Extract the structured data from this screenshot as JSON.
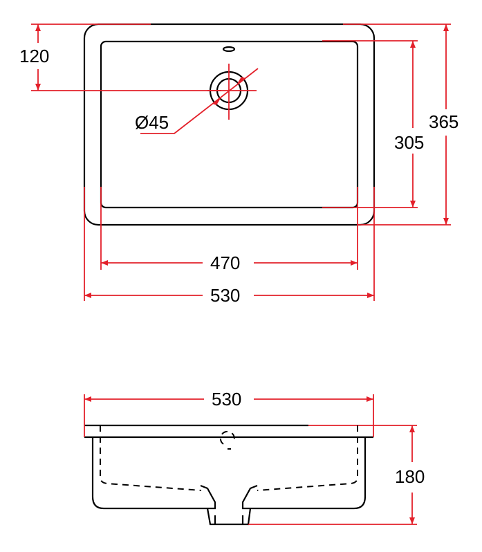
{
  "drawing": {
    "top_view": {
      "dim_drain_offset": "120",
      "dim_drain_diameter": "Ø45",
      "dim_inner_depth": "305",
      "dim_outer_depth": "365",
      "dim_inner_width": "470",
      "dim_outer_width": "530"
    },
    "side_view": {
      "dim_outer_width": "530",
      "dim_height": "180"
    },
    "colors": {
      "dimension": "#e3202a",
      "outline": "#000000"
    }
  }
}
